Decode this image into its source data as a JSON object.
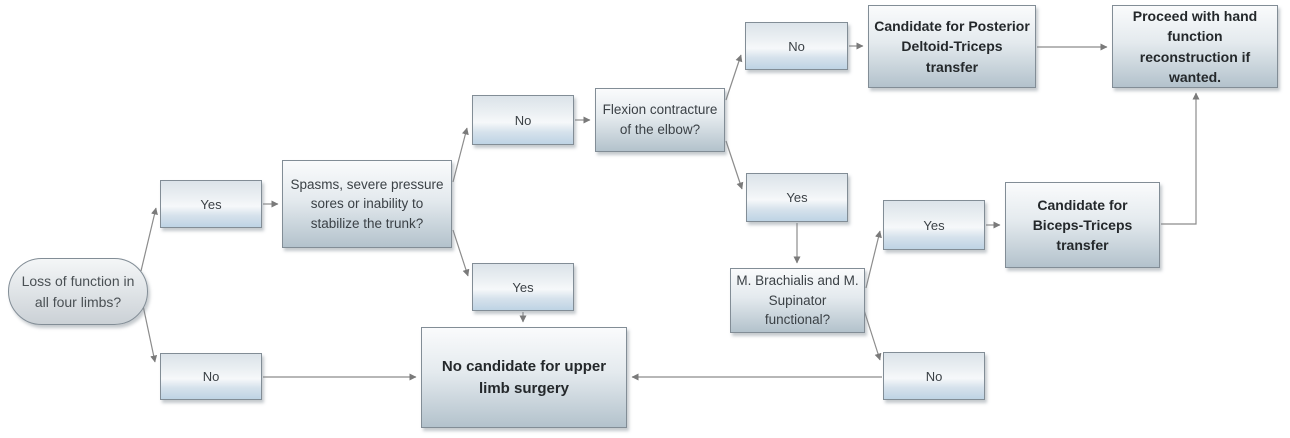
{
  "title": "Upper limb surgery decision flowchart",
  "colors": {
    "background": "#ffffff",
    "box_border": "#828d96",
    "small_box_bottom": "#bed3e4",
    "large_box_bottom": "#b3c2cc",
    "connector_line": "#8c8c8c",
    "text_regular": "#3b4146",
    "text_bold": "#24282b"
  },
  "nodes": {
    "start": "Loss of function in all four limbs?",
    "yes_limbs": "Yes",
    "no_limbs": "No",
    "spasms": "Spasms, severe pressure sores or inability to stabilize the trunk?",
    "no_spasms": "No",
    "yes_spasms": "Yes",
    "flexion": "Flexion contracture of the elbow?",
    "no_flexion": "No",
    "yes_flexion": "Yes",
    "posterior": "Candidate for Posterior Deltoid-Triceps transfer",
    "proceed": "Proceed with hand function reconstruction if wanted.",
    "brachialis": "M. Brachialis and M. Supinator functional?",
    "yes_brachialis": "Yes",
    "no_brachialis": "No",
    "biceps": "Candidate for Biceps-Triceps transfer",
    "no_candidate": "No candidate for upper limb surgery"
  },
  "edges": [
    {
      "from": "start",
      "to": "yes_limbs"
    },
    {
      "from": "start",
      "to": "no_limbs"
    },
    {
      "from": "yes_limbs",
      "to": "spasms"
    },
    {
      "from": "spasms",
      "to": "no_spasms"
    },
    {
      "from": "spasms",
      "to": "yes_spasms"
    },
    {
      "from": "no_spasms",
      "to": "flexion"
    },
    {
      "from": "flexion",
      "to": "no_flexion"
    },
    {
      "from": "flexion",
      "to": "yes_flexion"
    },
    {
      "from": "no_flexion",
      "to": "posterior"
    },
    {
      "from": "posterior",
      "to": "proceed"
    },
    {
      "from": "yes_flexion",
      "to": "brachialis"
    },
    {
      "from": "brachialis",
      "to": "yes_brachialis"
    },
    {
      "from": "brachialis",
      "to": "no_brachialis"
    },
    {
      "from": "yes_brachialis",
      "to": "biceps"
    },
    {
      "from": "biceps",
      "to": "proceed"
    },
    {
      "from": "yes_spasms",
      "to": "no_candidate"
    },
    {
      "from": "no_limbs",
      "to": "no_candidate"
    },
    {
      "from": "no_brachialis",
      "to": "no_candidate"
    }
  ]
}
